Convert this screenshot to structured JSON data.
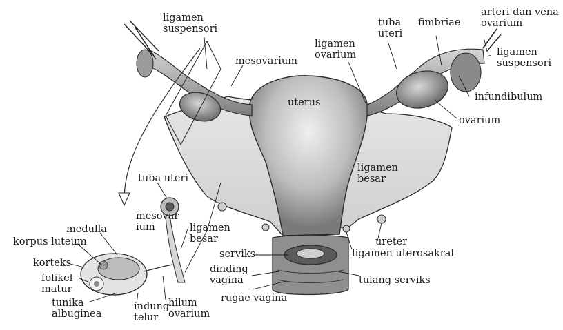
{
  "diagram": {
    "labels": {
      "ligamen_suspensori_left": [
        "ligamen",
        "suspensori"
      ],
      "mesovarium_top": "mesovarium",
      "uterus": "uterus",
      "ligamen_ovarium": [
        "ligamen",
        "ovarium"
      ],
      "tuba_uteri_top": [
        "tuba",
        "uteri"
      ],
      "fimbriae": "fimbriae",
      "arteri_vena": [
        "arteri dan vena",
        "ovarium"
      ],
      "ligamen_suspensori_right": [
        "ligamen",
        "suspensori"
      ],
      "infundibulum": "infundibulum",
      "ovarium_right": "ovarium",
      "ligamen_besar_right": [
        "ligamen",
        "besar"
      ],
      "tuba_uteri_inset": "tuba uteri",
      "mesovarium_inset": [
        "mesovar",
        "ium"
      ],
      "ligamen_besar_left": [
        "ligamen",
        "besar"
      ],
      "medulla": "medulla",
      "korpus_luteum": "korpus luteum",
      "korteks": "korteks",
      "folikel_matur": [
        "folikel",
        "matur"
      ],
      "tunika_albuginea": [
        "tunika",
        "albuginea"
      ],
      "indung_telur": [
        "indung",
        "telur"
      ],
      "hilum_ovarium": [
        "hilum",
        "ovarium"
      ],
      "serviks": "serviks",
      "dinding_vagina": [
        "dinding",
        "vagina"
      ],
      "rugae_vagina": "rugae vagina",
      "ureter": "ureter",
      "ligamen_uterosakral": "ligamen uterosakral",
      "tulang_serviks": "tulang serviks"
    },
    "colors": {
      "tissue_light": "#dcdcdc",
      "tissue_mid": "#a9a9a9",
      "tissue_dark": "#5c5c5c",
      "outline": "#2a2a2a",
      "text": "#1a1a1a"
    }
  }
}
